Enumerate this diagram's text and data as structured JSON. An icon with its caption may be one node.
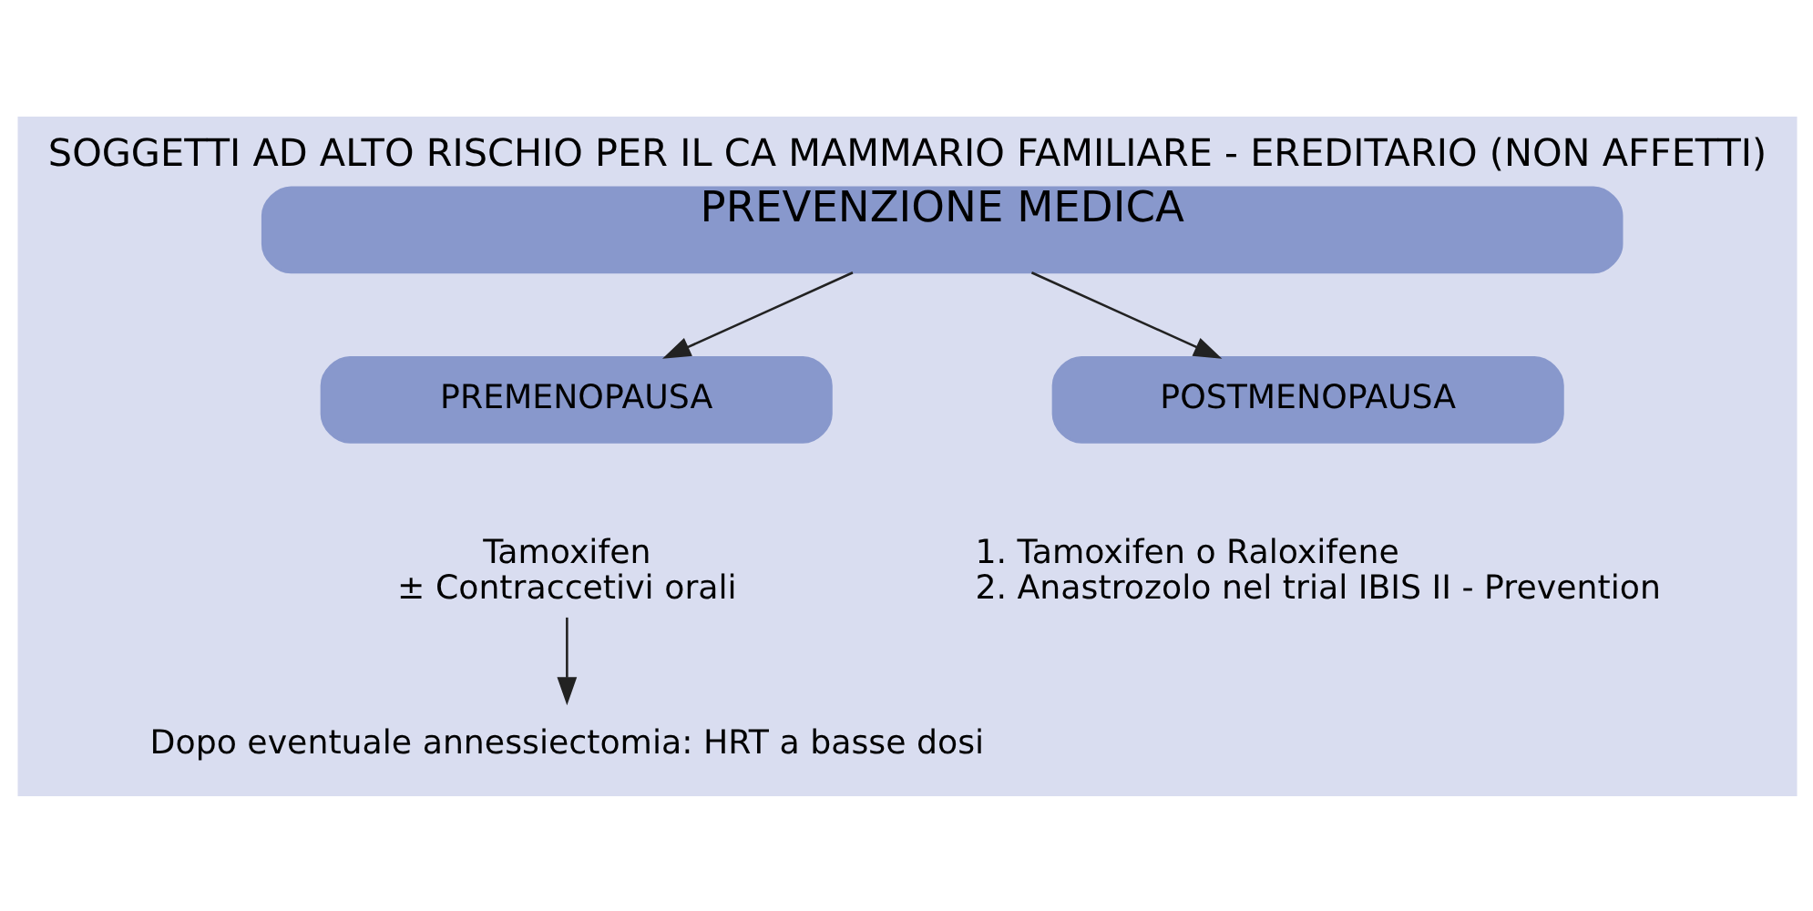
{
  "diagram": {
    "title": "SOGGETTI AD ALTO RISCHIO PER IL CA MAMMARIO FAMILIARE - EREDITARIO (NON AFFETTI)",
    "nodes": [
      {
        "text": [
          "PREVENZIONE MEDICA"
        ]
      },
      {
        "text": [
          "PREMENOPAUSA"
        ]
      },
      {
        "text": [
          "POSTMENOPAUSA"
        ],
        "beside": [
          "1. Tamoxifen o Raloxifene",
          "2. Anastrozolo nel trial IBIS II - Prevention"
        ]
      },
      {
        "text": [
          "Tamoxifen",
          "± Contraccetivi orali"
        ]
      },
      {
        "text": [
          "Dopo eventuale annessiectomia: HRT a basse dosi"
        ]
      }
    ],
    "edges": [
      {
        "from": 0,
        "to": 1,
        "arrow": "to"
      },
      {
        "from": 0,
        "to": 2,
        "arrow": "to"
      },
      {
        "from": 3,
        "to": 4,
        "arrow": "to"
      }
    ]
  }
}
